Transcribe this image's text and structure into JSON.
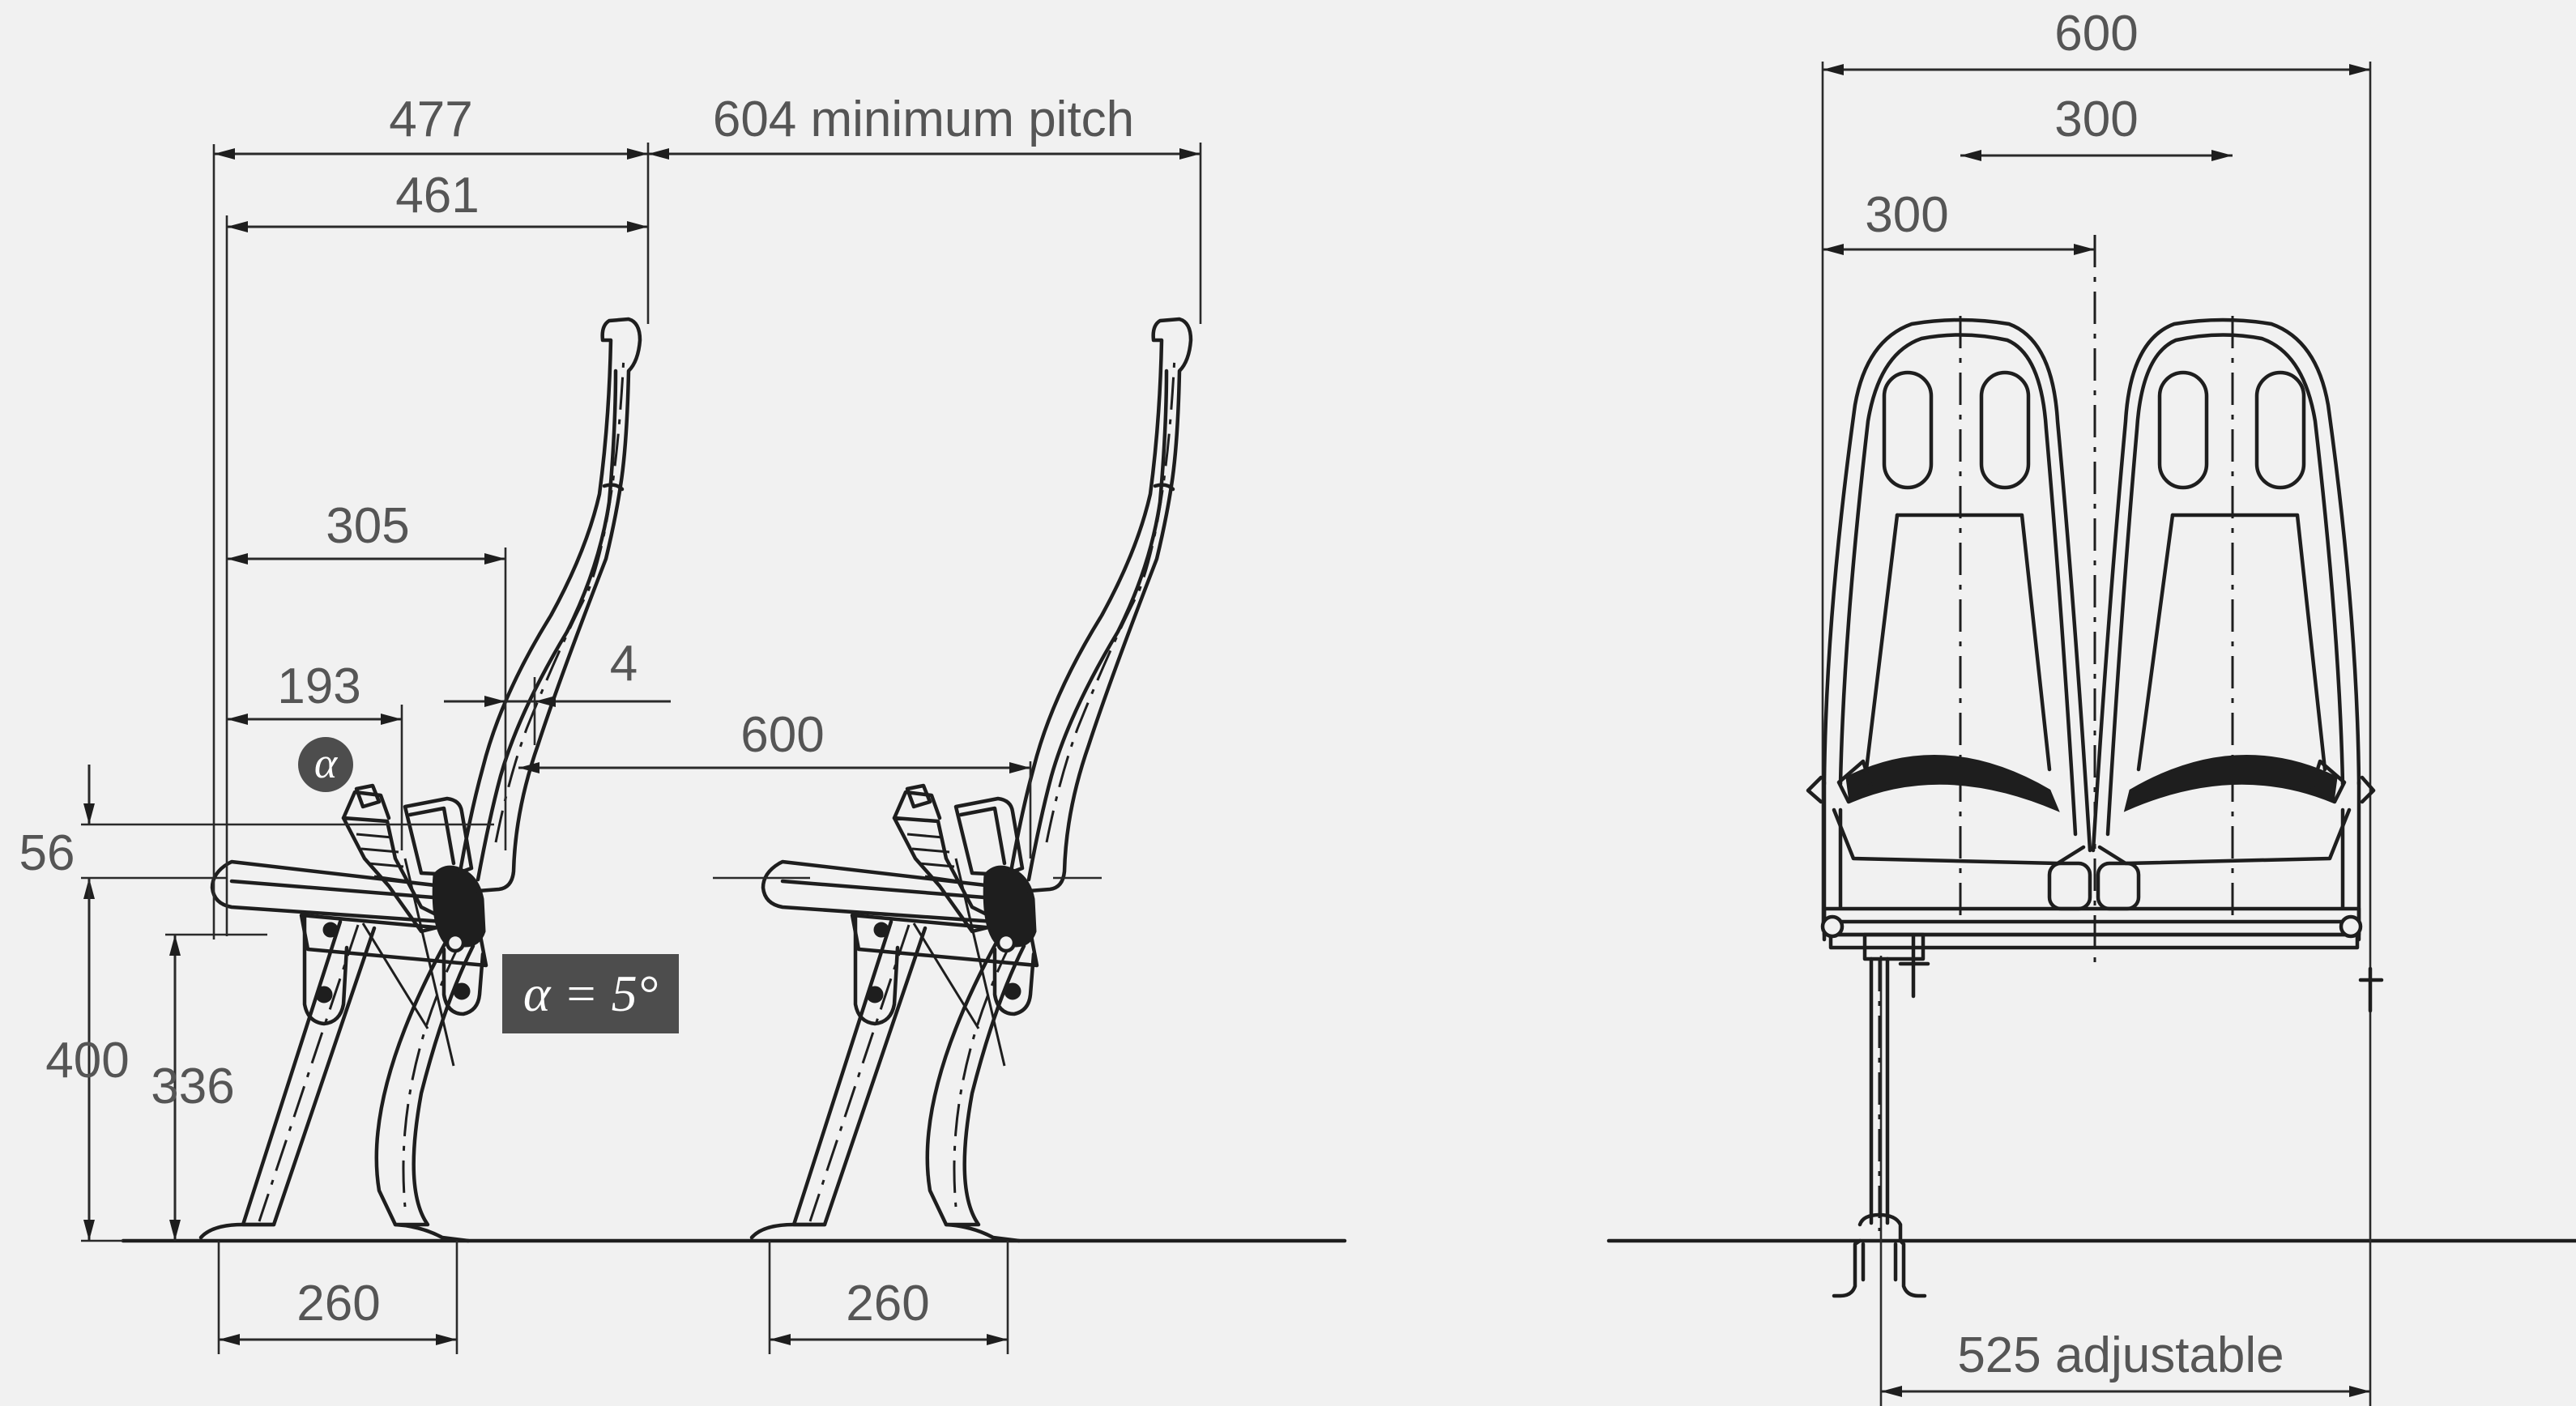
{
  "side_view": {
    "dimensions": {
      "overall_depth": "477",
      "seat_depth": "461",
      "pitch": "604 minimum pitch",
      "backrest_offset": "305",
      "armrest_offset": "193",
      "gap": "4",
      "seat_to_back": "600",
      "armrest_height_diff": "56",
      "armrest_height": "400",
      "seat_height": "336",
      "base_width_front": "260",
      "base_width_rear": "260"
    },
    "angle_symbol": "α",
    "angle_label": "α = 5°"
  },
  "front_view": {
    "dimensions": {
      "overall_width": "600",
      "seat_width_right": "300",
      "seat_width_left": "300",
      "rail_spacing": "525 adjustable"
    }
  },
  "colors": {
    "background": "#f1f1f1",
    "line": "#1e1e1e",
    "label": "#555555",
    "angle_box": "#4d4d4d"
  }
}
